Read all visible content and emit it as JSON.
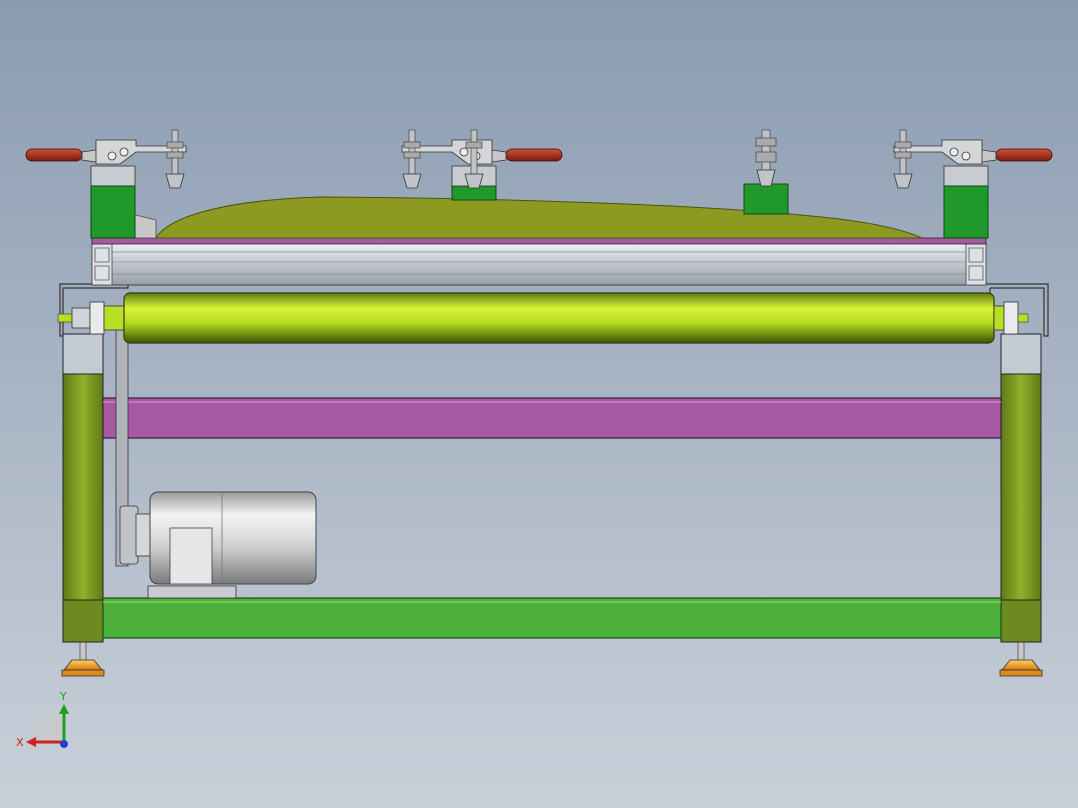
{
  "scene": {
    "view": "front",
    "colors": {
      "background_top": "#8a9bb1",
      "background_bottom": "#c9d0da",
      "frame_leg": "#7a9a26",
      "base_beam": "#4caf3a",
      "cross_beam": "#a35aa0",
      "roller": "#b7e025",
      "clamp_block": "#1f9a2a",
      "clamp_handle": "#a52a1e",
      "workpiece": "#8c9a22",
      "feet": "#f0a020",
      "motor": "#d8d8d8"
    },
    "components": [
      "frame-leg-left",
      "frame-leg-right",
      "base-beam",
      "cross-beam",
      "roller",
      "aluminum-profile-rail",
      "workpiece-panel",
      "toggle-clamp",
      "motor",
      "leveling-foot"
    ]
  },
  "triad": {
    "x_label": "X",
    "y_label": "Y",
    "x_color": "#d02020",
    "y_color": "#20a020",
    "z_color": "#2040d0"
  }
}
